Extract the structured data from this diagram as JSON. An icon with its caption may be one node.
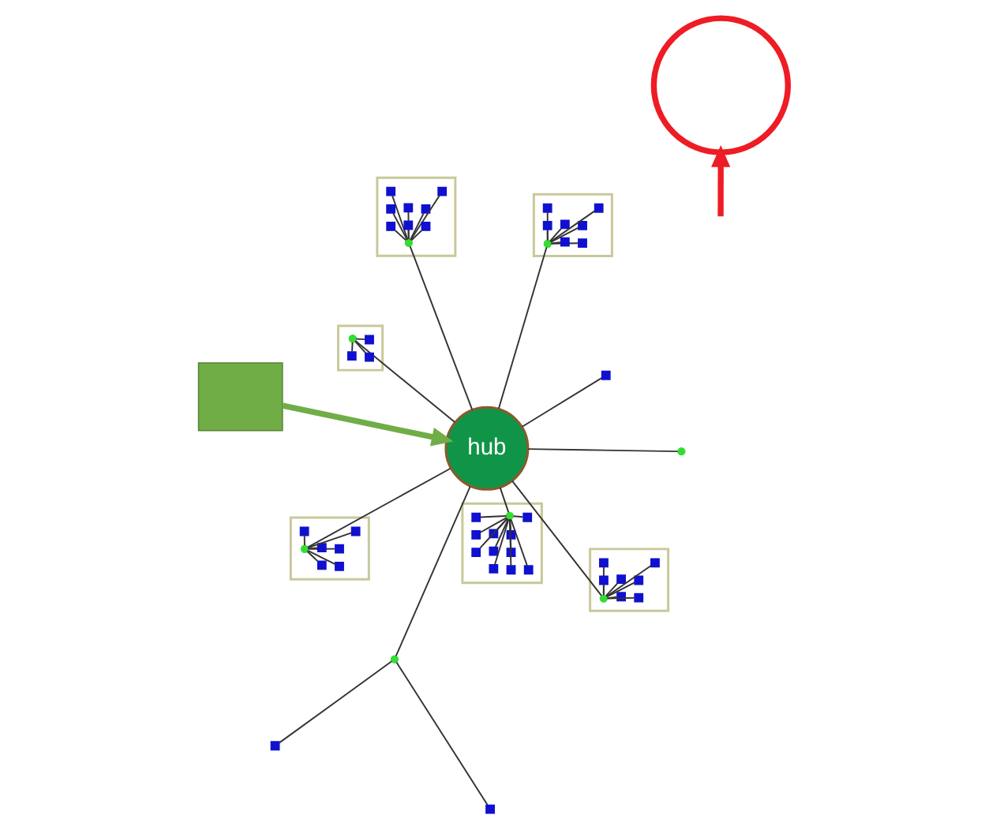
{
  "diagram": {
    "nodes": [
      {
        "text": [
          "hub"
        ]
      },
      {
        "text": [],
        "shape": "box"
      },
      {
        "text": [],
        "shape": "circle",
        "in": 1
      },
      {
        "text": [],
        "shape": "square",
        "in": 1
      },
      {
        "text": [],
        "shape": "square",
        "in": 1
      },
      {
        "text": [],
        "shape": "square",
        "in": 1
      },
      {
        "text": [],
        "shape": "box"
      },
      {
        "text": [],
        "shape": "circle",
        "in": 6
      },
      {
        "text": [],
        "shape": "square",
        "in": 6
      },
      {
        "text": [],
        "shape": "square",
        "in": 6
      },
      {
        "text": [],
        "shape": "square",
        "in": 6
      },
      {
        "text": [],
        "shape": "square",
        "in": 6
      },
      {
        "text": [],
        "shape": "square",
        "in": 6
      },
      {
        "text": [],
        "shape": "square",
        "in": 6
      },
      {
        "text": [],
        "shape": "square",
        "in": 6
      },
      {
        "text": [],
        "shape": "box"
      },
      {
        "text": [],
        "shape": "circle",
        "in": 15
      },
      {
        "text": [],
        "shape": "square",
        "in": 15
      },
      {
        "text": [],
        "shape": "square",
        "in": 15
      },
      {
        "text": [],
        "shape": "square",
        "in": 15
      },
      {
        "text": [],
        "shape": "square",
        "in": 15
      },
      {
        "text": [],
        "shape": "square",
        "in": 15
      },
      {
        "text": [],
        "shape": "square",
        "in": 15
      },
      {
        "text": [],
        "shape": "square",
        "in": 15
      },
      {
        "text": [],
        "shape": "square",
        "in": 15
      },
      {
        "text": [],
        "shape": "square",
        "in": 15
      },
      {
        "text": [],
        "shape": "square",
        "in": 15
      },
      {
        "text": [],
        "shape": "square",
        "in": 15
      },
      {
        "text": [],
        "shape": "circle"
      },
      {
        "text": [],
        "shape": "square"
      },
      {
        "text": [],
        "shape": "square"
      },
      {
        "text": [],
        "shape": "square"
      },
      {
        "text": [],
        "shape": "box"
      },
      {
        "text": [],
        "shape": "circle",
        "in": 32
      },
      {
        "text": [],
        "shape": "square",
        "in": 32
      },
      {
        "text": [],
        "shape": "square",
        "in": 32
      },
      {
        "text": [],
        "shape": "square",
        "in": 32
      },
      {
        "text": [],
        "shape": "square",
        "in": 32
      },
      {
        "text": [],
        "shape": "square",
        "in": 32
      },
      {
        "text": [],
        "shape": "square",
        "in": 32
      },
      {
        "text": [],
        "shape": "square",
        "in": 32
      },
      {
        "text": [],
        "shape": "square",
        "in": 32
      },
      {
        "text": [],
        "shape": "circle"
      },
      {
        "text": [],
        "shape": "box"
      },
      {
        "text": [],
        "shape": "circle",
        "in": 43
      },
      {
        "text": [],
        "shape": "square",
        "in": 43
      },
      {
        "text": [],
        "shape": "square",
        "in": 43
      },
      {
        "text": [],
        "shape": "square",
        "in": 43
      },
      {
        "text": [],
        "shape": "square",
        "in": 43
      },
      {
        "text": [],
        "shape": "square",
        "in": 43
      },
      {
        "text": [],
        "shape": "square",
        "in": 43
      },
      {
        "text": [],
        "shape": "box"
      },
      {
        "text": [],
        "shape": "circle",
        "in": 51
      },
      {
        "text": [],
        "shape": "square",
        "in": 51
      },
      {
        "text": [],
        "shape": "square",
        "in": 51
      },
      {
        "text": [],
        "shape": "square",
        "in": 51
      },
      {
        "text": [],
        "shape": "square",
        "in": 51
      },
      {
        "text": [],
        "shape": "square",
        "in": 51
      },
      {
        "text": [],
        "shape": "square",
        "in": 51
      },
      {
        "text": [],
        "shape": "square",
        "in": 51
      },
      {
        "text": [],
        "shape": "callout"
      },
      {
        "text": [],
        "shape": "circle"
      }
    ],
    "edges": [
      {
        "from": 0,
        "to": 2,
        "arrow": "none"
      },
      {
        "from": 2,
        "to": 3,
        "arrow": "none"
      },
      {
        "from": 2,
        "to": 4,
        "arrow": "none"
      },
      {
        "from": 2,
        "to": 5,
        "arrow": "none"
      },
      {
        "from": 0,
        "to": 7,
        "arrow": "none"
      },
      {
        "from": 7,
        "to": 8,
        "arrow": "none"
      },
      {
        "from": 7,
        "to": 9,
        "arrow": "none"
      },
      {
        "from": 7,
        "to": 10,
        "arrow": "none"
      },
      {
        "from": 7,
        "to": 11,
        "arrow": "none"
      },
      {
        "from": 7,
        "to": 12,
        "arrow": "none"
      },
      {
        "from": 7,
        "to": 13,
        "arrow": "none"
      },
      {
        "from": 7,
        "to": 14,
        "arrow": "none"
      },
      {
        "from": 0,
        "to": 16,
        "arrow": "none"
      },
      {
        "from": 16,
        "to": 17,
        "arrow": "none"
      },
      {
        "from": 16,
        "to": 18,
        "arrow": "none"
      },
      {
        "from": 16,
        "to": 19,
        "arrow": "none"
      },
      {
        "from": 16,
        "to": 20,
        "arrow": "none"
      },
      {
        "from": 16,
        "to": 21,
        "arrow": "none"
      },
      {
        "from": 16,
        "to": 22,
        "arrow": "none"
      },
      {
        "from": 16,
        "to": 23,
        "arrow": "none"
      },
      {
        "from": 16,
        "to": 24,
        "arrow": "none"
      },
      {
        "from": 16,
        "to": 25,
        "arrow": "none"
      },
      {
        "from": 16,
        "to": 26,
        "arrow": "none"
      },
      {
        "from": 16,
        "to": 27,
        "arrow": "none"
      },
      {
        "from": 0,
        "to": 28,
        "arrow": "none"
      },
      {
        "from": 28,
        "to": 29,
        "arrow": "none"
      },
      {
        "from": 28,
        "to": 30,
        "arrow": "none"
      },
      {
        "from": 0,
        "to": 31,
        "arrow": "none"
      },
      {
        "from": 0,
        "to": 33,
        "arrow": "none"
      },
      {
        "from": 33,
        "to": 34,
        "arrow": "none"
      },
      {
        "from": 33,
        "to": 35,
        "arrow": "none"
      },
      {
        "from": 33,
        "to": 36,
        "arrow": "none"
      },
      {
        "from": 33,
        "to": 37,
        "arrow": "none"
      },
      {
        "from": 33,
        "to": 38,
        "arrow": "none"
      },
      {
        "from": 33,
        "to": 39,
        "arrow": "none"
      },
      {
        "from": 33,
        "to": 40,
        "arrow": "none"
      },
      {
        "from": 33,
        "to": 41,
        "arrow": "none"
      },
      {
        "from": 0,
        "to": 42,
        "arrow": "none"
      },
      {
        "from": 0,
        "to": 44,
        "arrow": "none"
      },
      {
        "from": 44,
        "to": 45,
        "arrow": "none"
      },
      {
        "from": 44,
        "to": 46,
        "arrow": "none"
      },
      {
        "from": 44,
        "to": 47,
        "arrow": "none"
      },
      {
        "from": 44,
        "to": 48,
        "arrow": "none"
      },
      {
        "from": 44,
        "to": 49,
        "arrow": "none"
      },
      {
        "from": 44,
        "to": 50,
        "arrow": "none"
      },
      {
        "from": 0,
        "to": 52,
        "arrow": "none"
      },
      {
        "from": 52,
        "to": 53,
        "arrow": "none"
      },
      {
        "from": 52,
        "to": 54,
        "arrow": "none"
      },
      {
        "from": 52,
        "to": 55,
        "arrow": "none"
      },
      {
        "from": 52,
        "to": 56,
        "arrow": "none"
      },
      {
        "from": 52,
        "to": 57,
        "arrow": "none"
      },
      {
        "from": 52,
        "to": 58,
        "arrow": "none"
      },
      {
        "from": 52,
        "to": 59,
        "arrow": "none"
      },
      {
        "from": 60,
        "to": 0,
        "arrow": "to",
        "style": "thick",
        "color": "#70ad47"
      },
      {
        "from": null,
        "to": 61,
        "arrow": "to",
        "style": "thick",
        "color": "#ee1c25"
      }
    ]
  }
}
